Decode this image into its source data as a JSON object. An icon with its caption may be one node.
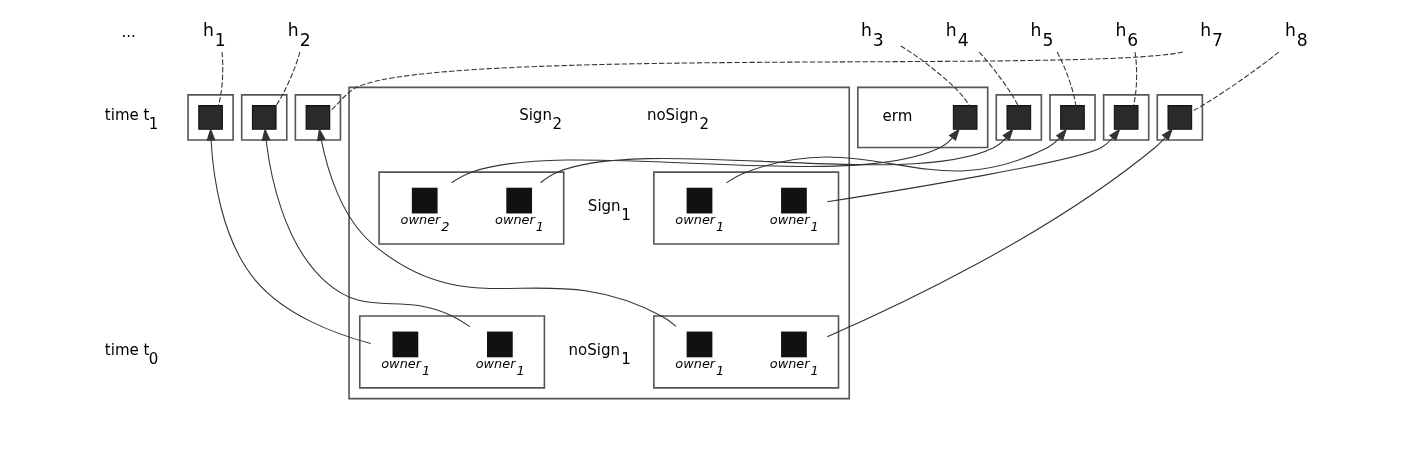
{
  "diagram": {
    "nodes": [
      {
        "text": [
          "h$_{1}$"
        ]
      },
      {
        "text": [
          "h$_{2}$"
        ]
      },
      {
        "text": [
          "h$_{3}$"
        ]
      },
      {
        "text": [
          "h$_{4}$"
        ]
      },
      {
        "text": [
          "h$_{5}$"
        ]
      },
      {
        "text": [
          "h$_{6}$"
        ]
      },
      {
        "text": [
          "h$_{7}$"
        ]
      },
      {
        "text": [
          "h$_{8}$"
        ]
      },
      {
        "text": [],
        "shape": "box"
      },
      {
        "text": [],
        "shape": "box",
        "in": 8
      },
      {
        "text": [],
        "shape": "box"
      },
      {
        "text": [],
        "shape": "box",
        "in": 10
      },
      {
        "text": [],
        "shape": "box"
      },
      {
        "text": [],
        "shape": "box",
        "in": 12
      },
      {
        "text": [],
        "shape": "box"
      },
      {
        "text": [],
        "shape": "box",
        "in": 14
      },
      {
        "text": [],
        "shape": "box"
      },
      {
        "text": [],
        "shape": "box",
        "in": 16
      },
      {
        "text": [],
        "shape": "box"
      },
      {
        "text": [],
        "shape": "box",
        "in": 18
      },
      {
        "text": [],
        "shape": "box"
      },
      {
        "text": [],
        "shape": "box",
        "in": 20
      },
      {
        "text": [],
        "shape": "box"
      },
      {
        "text": [],
        "shape": "box",
        "in": 22
      },
      {
        "text": [],
        "shape": "box"
      },
      {
        "text": [],
        "shape": "box",
        "in": 24
      },
      {
        "text": [
          "owner$_{2}$"
        ],
        "in": 25
      },
      {
        "text": [
          "owner$_{1}$"
        ],
        "in": 25
      },
      {
        "text": [],
        "shape": "box",
        "in": 24
      },
      {
        "text": [
          "owner$_{1}$"
        ],
        "in": 28
      },
      {
        "text": [
          "owner$_{1}$"
        ],
        "in": 28
      },
      {
        "text": [],
        "shape": "box",
        "in": 24
      },
      {
        "text": [
          "owner$_{1}$"
        ],
        "in": 31
      },
      {
        "text": [
          "owner$_{1}$"
        ],
        "in": 31
      },
      {
        "text": [],
        "shape": "box",
        "in": 24
      },
      {
        "text": [
          "owner$_{1}$"
        ],
        "in": 34
      },
      {
        "text": [
          "owner$_{1}$"
        ],
        "in": 34
      }
    ],
    "edges": [
      {
        "from": 0,
        "to": 9,
        "arrow": "none",
        "style": "dashed"
      },
      {
        "from": 1,
        "to": 11,
        "arrow": "none",
        "style": "dashed"
      },
      {
        "from": 2,
        "to": 13,
        "arrow": "none",
        "style": "dashed"
      },
      {
        "from": 3,
        "to": 15,
        "arrow": "none",
        "style": "dashed"
      },
      {
        "from": 4,
        "to": 17,
        "arrow": "none",
        "style": "dashed"
      },
      {
        "from": 5,
        "to": 19,
        "arrow": "none",
        "style": "dashed"
      },
      {
        "from": 6,
        "to": 21,
        "arrow": "none",
        "style": "dashed"
      },
      {
        "from": 7,
        "to": 23,
        "arrow": "none",
        "style": "dashed"
      },
      {
        "from": 32,
        "to": 9,
        "arrow": "to"
      },
      {
        "from": 33,
        "to": 11,
        "arrow": "to"
      },
      {
        "from": 26,
        "to": 13,
        "arrow": "to"
      },
      {
        "from": 27,
        "to": 15,
        "arrow": "to"
      },
      {
        "from": 29,
        "to": 17,
        "arrow": "to"
      },
      {
        "from": 30,
        "to": 19,
        "arrow": "to"
      },
      {
        "from": 35,
        "to": 21,
        "arrow": "to"
      },
      {
        "from": 36,
        "to": 23,
        "arrow": "to"
      }
    ],
    "labels": [
      "...",
      "erm",
      "time t$_{1}$",
      "Sign$_{2}$",
      "noSign$_{2}$",
      "Sign$_{1}$",
      "time t$_{0}$",
      "noSign$_{1}$"
    ]
  }
}
